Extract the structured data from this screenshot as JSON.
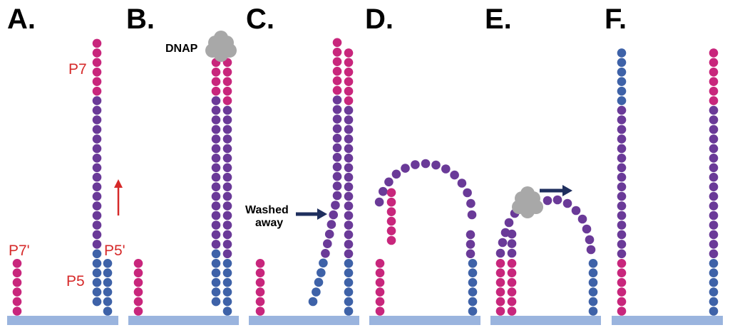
{
  "panels": [
    {
      "id": "A",
      "label": "A."
    },
    {
      "id": "B",
      "label": "B."
    },
    {
      "id": "C",
      "label": "C."
    },
    {
      "id": "D",
      "label": "D."
    },
    {
      "id": "E",
      "label": "E."
    },
    {
      "id": "F",
      "label": "F."
    }
  ],
  "annotations": {
    "p7": "P7",
    "p7_prime": "P7'",
    "p5_prime": "P5'",
    "p5": "P5",
    "dnap": "DNAP",
    "washed_line1": "Washed",
    "washed_line2": "away"
  },
  "colors": {
    "magenta": "#c8267c",
    "purple": "#6a3a98",
    "blue": "#3e62a8",
    "surface": "#9ab4de",
    "red": "#d62a2a",
    "navy": "#1f2f5e",
    "polymerase": "#a8a8a8"
  }
}
